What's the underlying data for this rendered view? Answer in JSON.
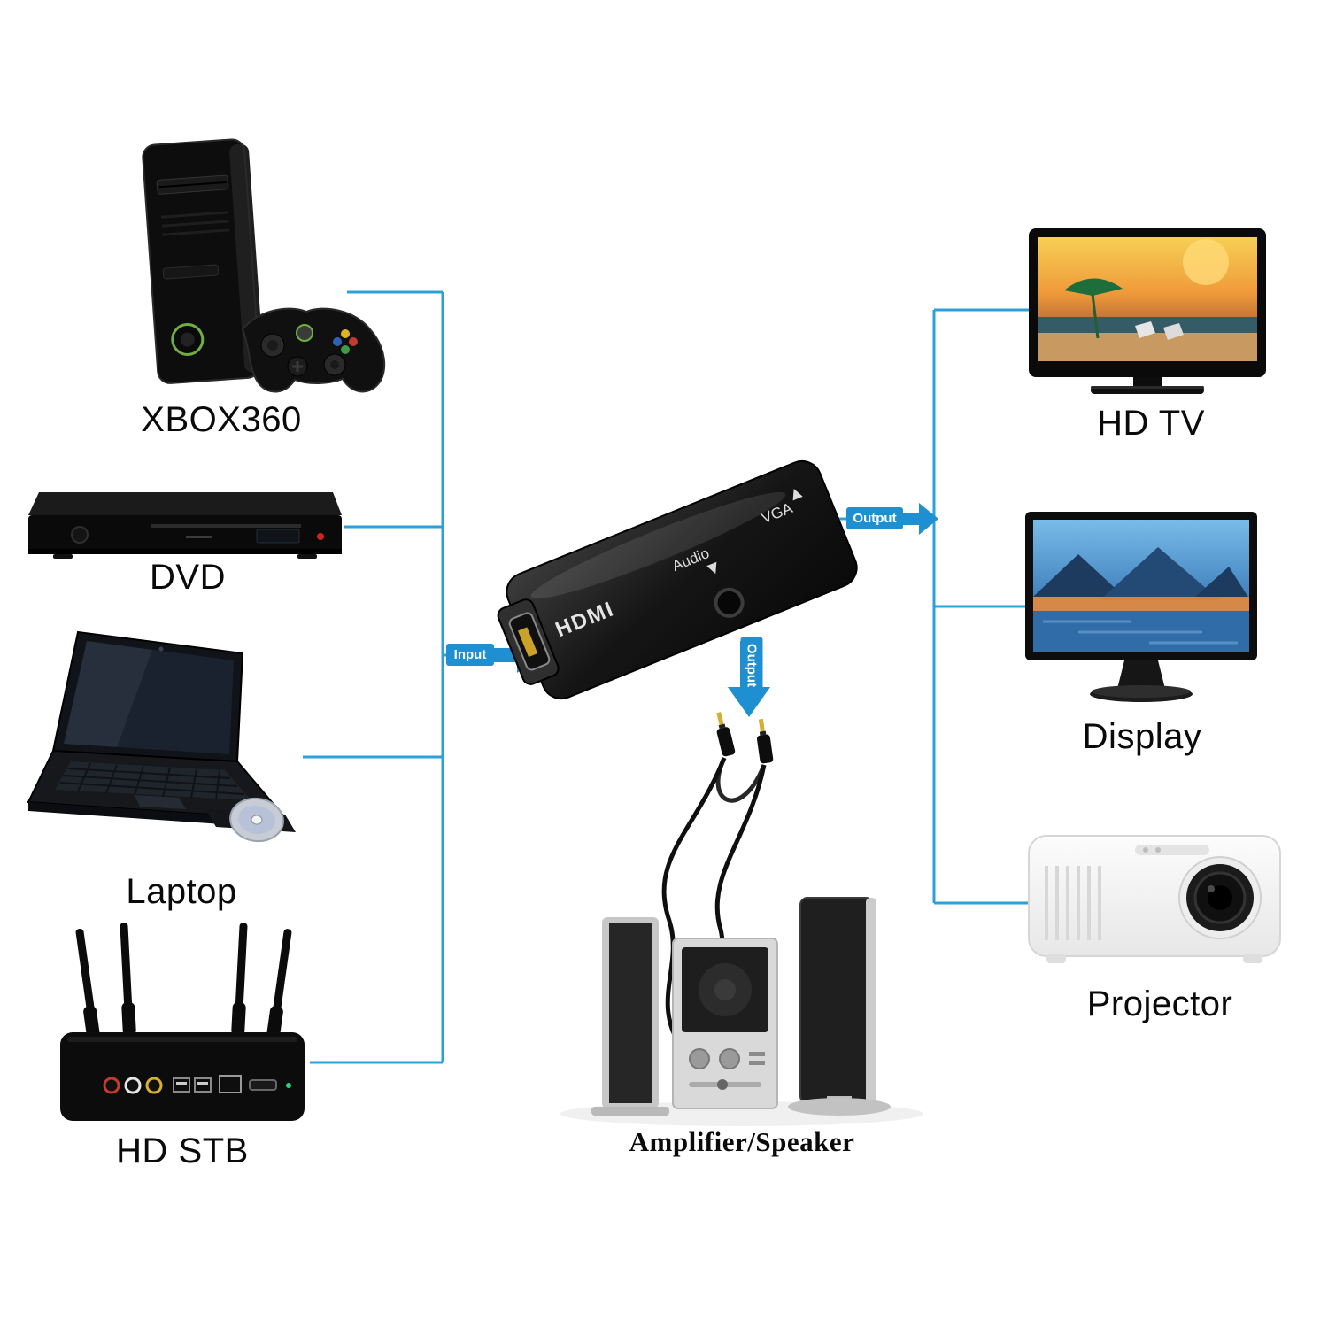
{
  "diagram": {
    "title_hint": "HDMI to VGA adapter connection diagram",
    "adapter": {
      "labels": {
        "hdmi": "HDMI",
        "audio": "Audio",
        "vga": "VGA"
      }
    },
    "connectors": {
      "input": "Input",
      "output_right": "Output",
      "output_down": "Output"
    },
    "sources": [
      {
        "id": "xbox360",
        "label": "XBOX360"
      },
      {
        "id": "dvd",
        "label": "DVD"
      },
      {
        "id": "laptop",
        "label": "Laptop"
      },
      {
        "id": "hd-stb",
        "label": "HD STB"
      }
    ],
    "sinks": [
      {
        "id": "hd-tv",
        "label": "HD TV"
      },
      {
        "id": "display",
        "label": "Display"
      },
      {
        "id": "projector",
        "label": "Projector"
      }
    ],
    "audio_sink": {
      "id": "amplifier-speaker",
      "label": "Amplifier/Speaker"
    },
    "colors": {
      "line": "#2ba0da",
      "arrow": "#1e8fd0",
      "label_text": "#0a0a0a",
      "background": "#ffffff"
    }
  }
}
